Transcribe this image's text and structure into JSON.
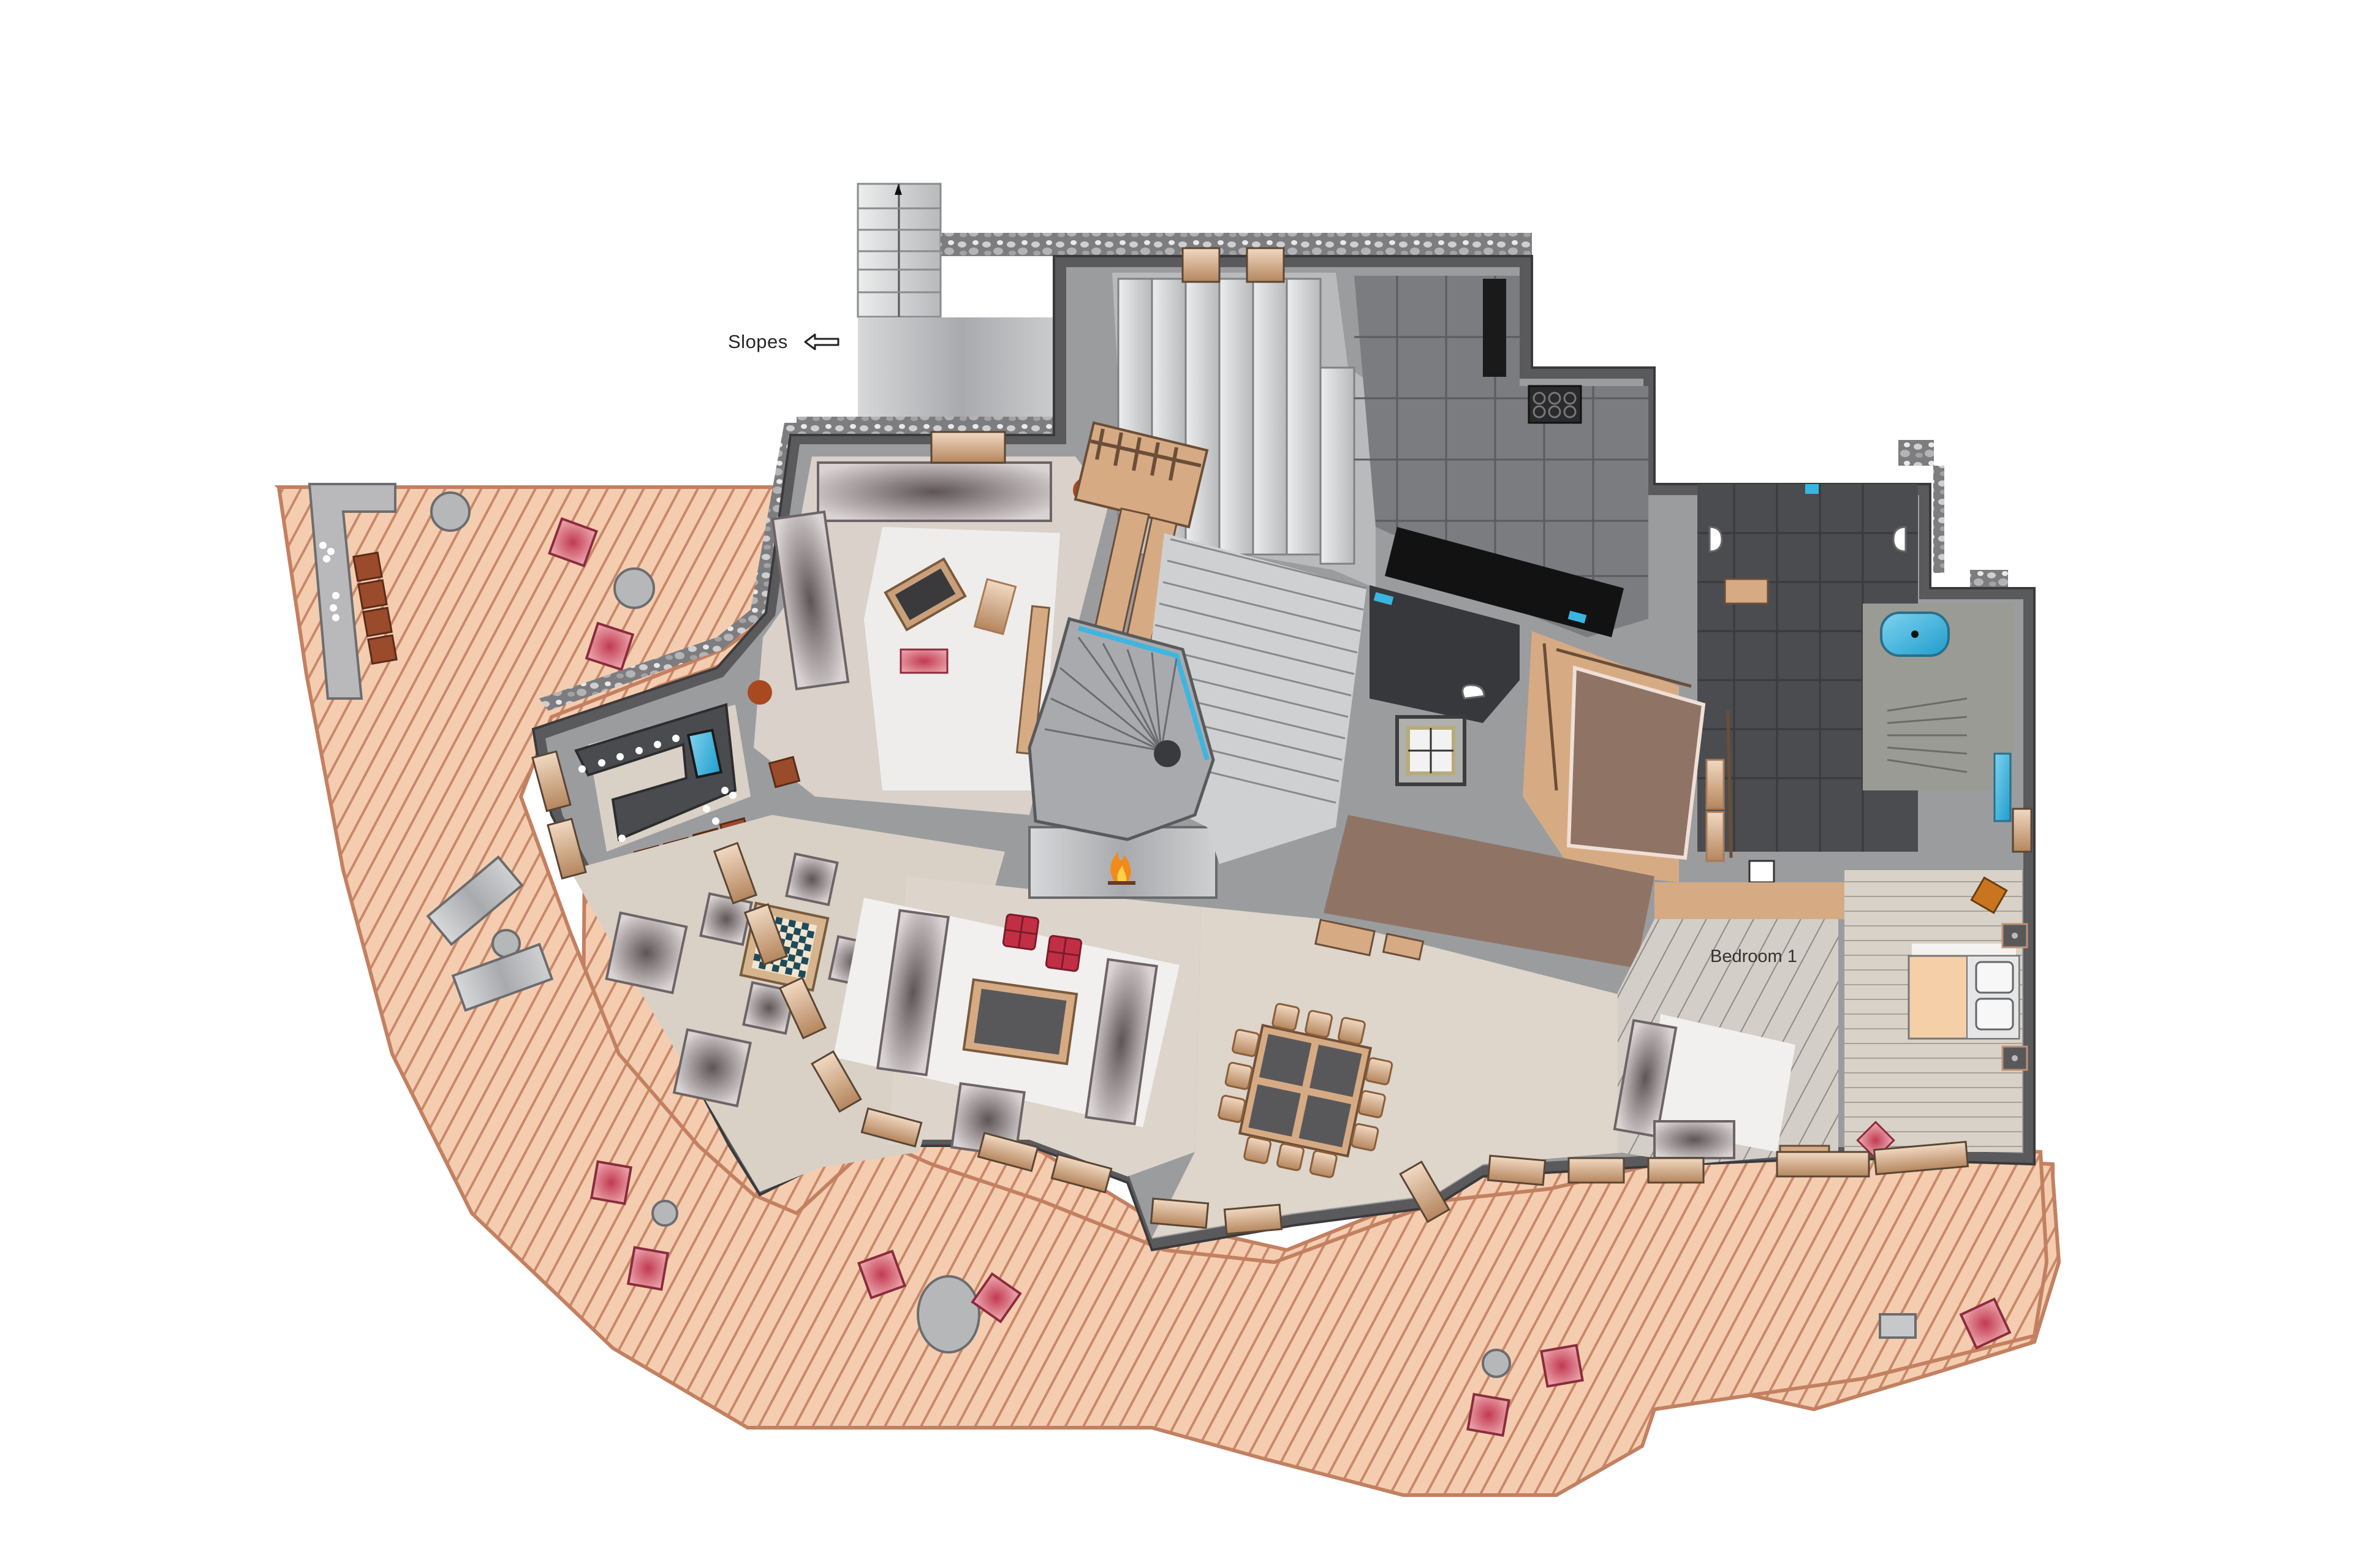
{
  "plan": {
    "title": "Chalet floor plan",
    "labels": {
      "slopes": "Slopes",
      "bedroom_1": "Bedroom 1"
    },
    "icons": {
      "slopes_arrow": "arrow-left-outline",
      "fireplace": "fire-icon",
      "stair_direction": "arrow-up"
    },
    "colors": {
      "terrace_deck": "#f2c7a6",
      "terrace_stripe": "#c98a6a",
      "wall_dark": "#5a5a5c",
      "wall_grey": "#9b9c9e",
      "stone_wall": "#8e8e90",
      "living_floor": "#ddd3c8",
      "rug_white": "#f1efee",
      "sofa_grey": "#8b7f80",
      "accent_red": "#c4485a",
      "leather_brown": "#9a4b2b",
      "wood_tan": "#d6ab84",
      "kitchen_floor": "#7b7c7f",
      "bath_floor": "#4b4c4f",
      "water_blue": "#38b6e0",
      "dressing_brown": "#8f7466",
      "bedroom_floor": "#cfcac3"
    },
    "rooms": [
      {
        "id": "terrace",
        "label": ""
      },
      {
        "id": "sitting-room",
        "label": ""
      },
      {
        "id": "bar",
        "label": ""
      },
      {
        "id": "games-area",
        "label": ""
      },
      {
        "id": "lounge",
        "label": ""
      },
      {
        "id": "dining",
        "label": ""
      },
      {
        "id": "entrance-hall",
        "label": ""
      },
      {
        "id": "stairs",
        "label": ""
      },
      {
        "id": "kitchen",
        "label": ""
      },
      {
        "id": "bathroom",
        "label": ""
      },
      {
        "id": "dressing-room",
        "label": ""
      },
      {
        "id": "bedroom-1",
        "label": "Bedroom 1"
      }
    ]
  }
}
